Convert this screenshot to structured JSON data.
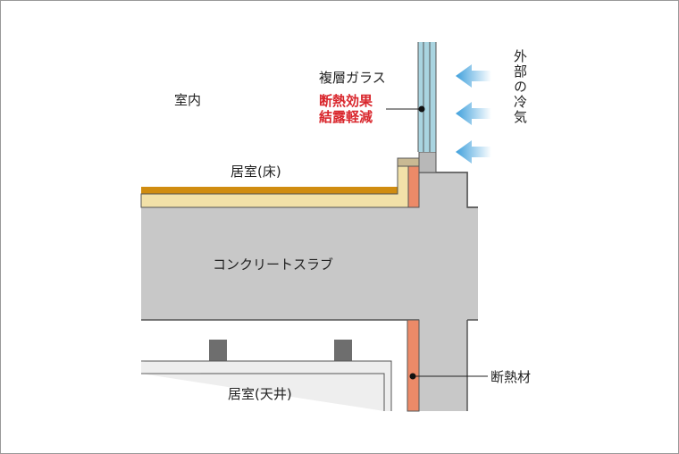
{
  "labels": {
    "indoor": "室内",
    "double_glass": "複層ガラス",
    "benefit1": "断熱効果",
    "benefit2": "結露軽減",
    "outside_cold": "外部の冷気",
    "room_floor": "居室(床)",
    "concrete_slab": "コンクリートスラブ",
    "room_ceiling": "居室(天井)",
    "insulation": "断熱材"
  },
  "colors": {
    "concrete": "#c8c8c8",
    "insulation": "#ec8a68",
    "floor_finish": "#d08c10",
    "floor_base": "#f2e1a8",
    "glass": "#a9d4e0",
    "arrow": "#4aa8e0",
    "accent_text": "#d9262c"
  }
}
